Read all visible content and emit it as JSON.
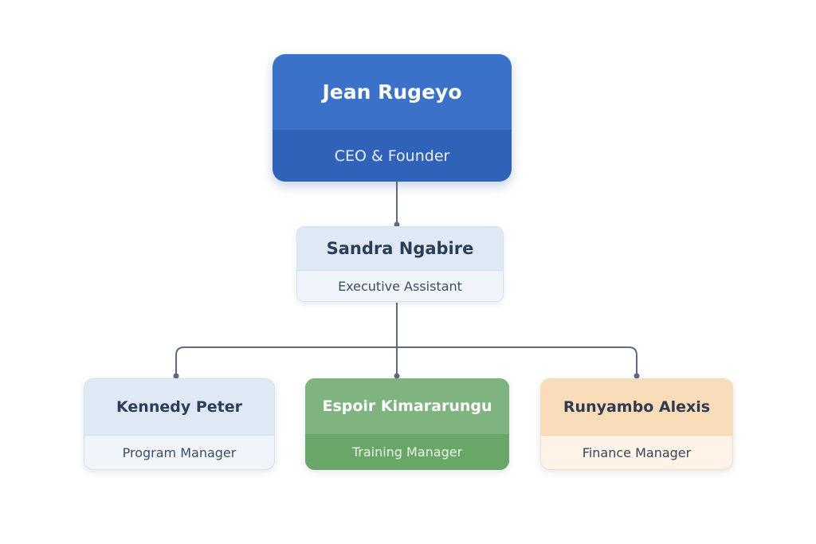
{
  "org_chart": {
    "ceo": {
      "name": "Jean Rugeyo",
      "role": "CEO & Founder"
    },
    "assistant": {
      "name": "Sandra Ngabire",
      "role": "Executive Assistant"
    },
    "managers": [
      {
        "name": "Kennedy Peter",
        "role": "Program Manager"
      },
      {
        "name": "Espoir Kimararungu",
        "role": "Training Manager"
      },
      {
        "name": "Runyambo Alexis",
        "role": "Finance Manager"
      }
    ]
  },
  "colors": {
    "ceo_accent": "#3b72c9",
    "training_accent": "#6aa96a",
    "finance_accent": "#f9dcb8",
    "connector": "#5c6b80"
  }
}
